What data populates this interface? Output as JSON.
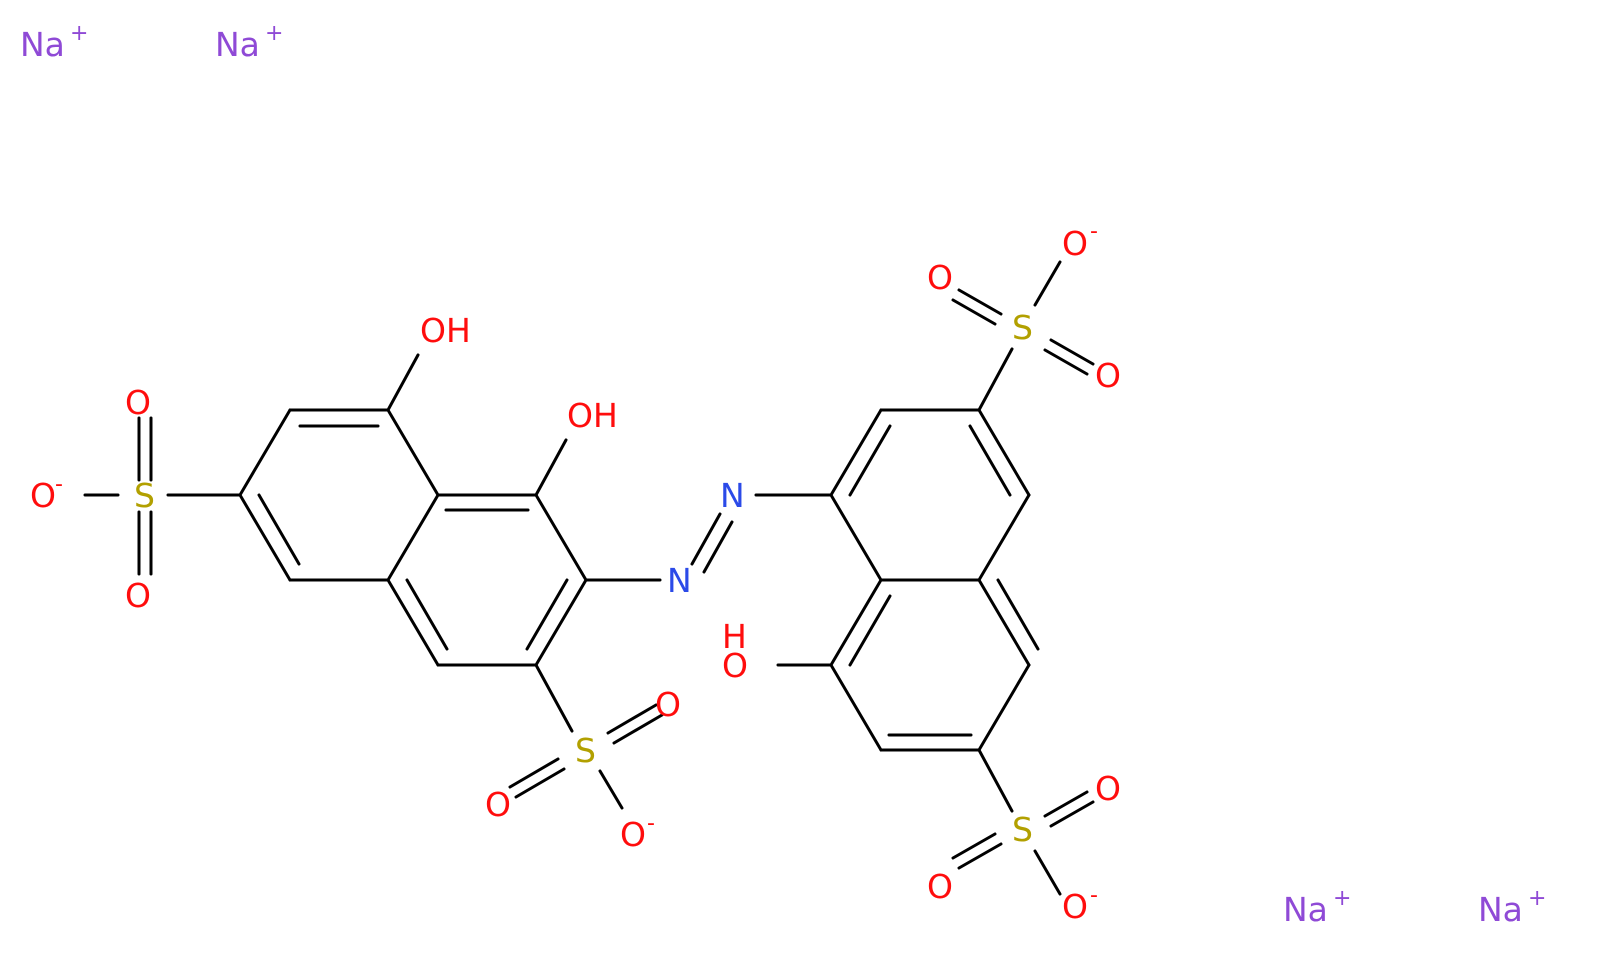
{
  "colors": {
    "bond": "#000000",
    "oxygen": "#ff0d0d",
    "sulfur": "#b2a000",
    "nitrogen": "#2b4ae8",
    "sodium": "#8f4ad6"
  },
  "labels": {
    "na": "Na",
    "plus": "+",
    "minus": "-",
    "oh": "OH",
    "o": "O",
    "s": "S",
    "n": "N",
    "h": "H"
  }
}
